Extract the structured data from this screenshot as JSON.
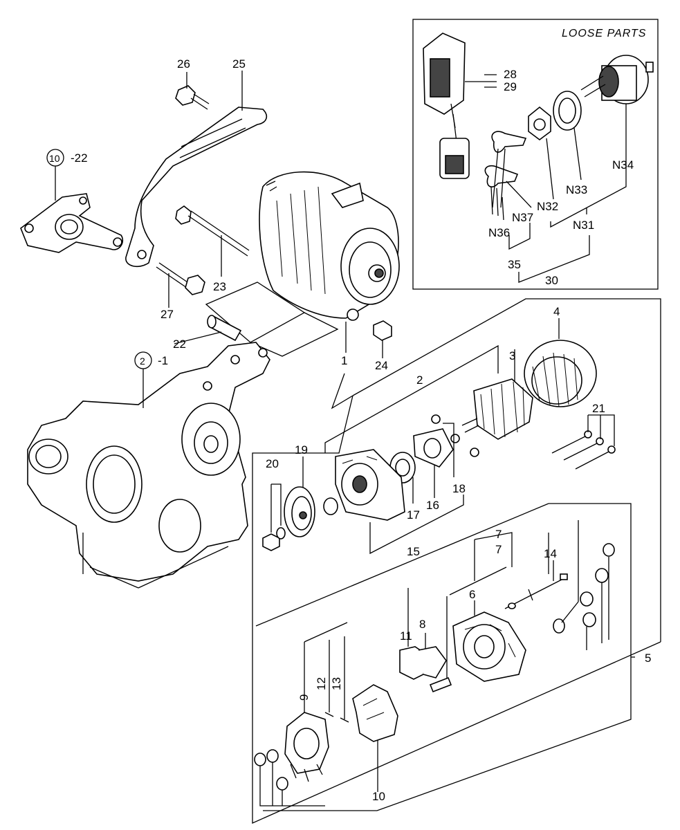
{
  "box_title": "LOOSE PARTS",
  "labels": {
    "p26": "26",
    "p25": "25",
    "p10": "10",
    "p10_suffix": "-22",
    "p23": "23",
    "p27": "27",
    "p22": "22",
    "p24": "24",
    "p1": "1",
    "p2": "2",
    "p2_suffix": "-1",
    "p2b": "2",
    "p3": "3",
    "p4": "4",
    "p21": "21",
    "p19": "19",
    "p20": "20",
    "p18": "18",
    "p17": "17",
    "p16": "16",
    "p15": "15",
    "p7": "7",
    "p14": "14",
    "p6": "6",
    "p8": "8",
    "p11": "11",
    "p5": "5",
    "p12": "12",
    "p13": "13",
    "p9": "9",
    "p10b": "10",
    "p28": "28",
    "p29": "29",
    "n34": "N34",
    "n33": "N33",
    "n32": "N32",
    "n31": "N31",
    "n37": "N37",
    "n36": "N36",
    "p35": "35",
    "p30": "30"
  }
}
